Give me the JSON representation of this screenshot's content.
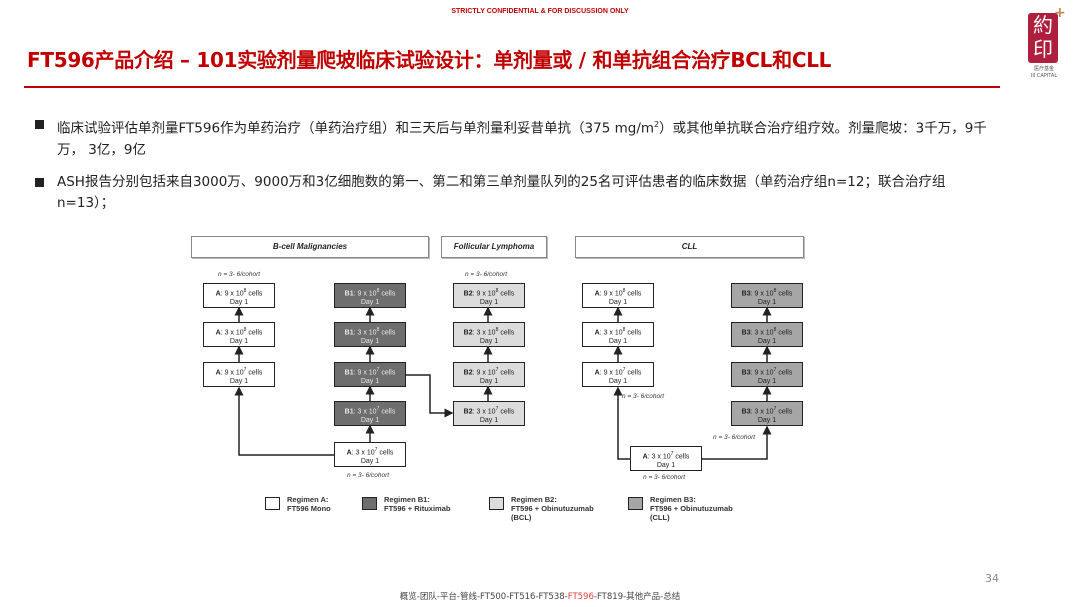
{
  "confidential": "STRICTLY CONFIDENTIAL & FOR DISCUSSION ONLY",
  "title": "FT596产品介绍 – 101实验剂量爬坡临床试验设计：单剂量或 / 和单抗组合治疗BCL和CLL",
  "logo": {
    "text": "約印",
    "sub": "医疗基金 / III CAPITAL",
    "brand_color": "#b01e3e"
  },
  "bullets": [
    {
      "pre": "临床试验评估单剂量FT596作为单药治疗（单药治疗组）和三天后与单剂量利妥昔单抗（375 mg/m",
      "sup": "2",
      "post": "）或其他单抗联合治疗组疗效。剂量爬坡：3千万，9千万， 3亿，9亿"
    },
    {
      "pre": "ASH报告分别包括来自3000万、9000万和3亿细胞数的第一、第二和第三单剂量队列的25名可评估患者的临床数据（单药治疗组n=12；联合治疗组n=13）；",
      "sup": "",
      "post": ""
    }
  ],
  "diagram": {
    "headers": [
      "B-cell Malignancies",
      "Follicular Lymphoma",
      "CLL"
    ],
    "cohort_label": "n = 3- 6/cohort",
    "day": "Day 1",
    "boxes": [
      {
        "id": "a1",
        "regimen": "A",
        "dose": "9 x 10",
        "exp": "8"
      },
      {
        "id": "a2",
        "regimen": "A",
        "dose": "3 x 10",
        "exp": "8"
      },
      {
        "id": "a3",
        "regimen": "A",
        "dose": "9 x 10",
        "exp": "7"
      },
      {
        "id": "b1a",
        "regimen": "B1",
        "dose": "9 x 10",
        "exp": "8"
      },
      {
        "id": "b1b",
        "regimen": "B1",
        "dose": "3 x 10",
        "exp": "8"
      },
      {
        "id": "b1c",
        "regimen": "B1",
        "dose": "9 x 10",
        "exp": "7"
      },
      {
        "id": "b1d",
        "regimen": "B1",
        "dose": "3 x 10",
        "exp": "7"
      },
      {
        "id": "a0",
        "regimen": "A",
        "dose": "3 x 10",
        "exp": "7"
      },
      {
        "id": "b2a",
        "regimen": "B2",
        "dose": "9 x 10",
        "exp": "8"
      },
      {
        "id": "b2b",
        "regimen": "B2",
        "dose": "3 x 10",
        "exp": "8"
      },
      {
        "id": "b2c",
        "regimen": "B2",
        "dose": "9 x 10",
        "exp": "7"
      },
      {
        "id": "b2d",
        "regimen": "B2",
        "dose": "3 x 10",
        "exp": "7"
      },
      {
        "id": "c1",
        "regimen": "A",
        "dose": "9 x 10",
        "exp": "8"
      },
      {
        "id": "c2",
        "regimen": "A",
        "dose": "3 x 10",
        "exp": "8"
      },
      {
        "id": "c3",
        "regimen": "A",
        "dose": "9 x 10",
        "exp": "7"
      },
      {
        "id": "b3a",
        "regimen": "B3",
        "dose": "9 x 10",
        "exp": "8"
      },
      {
        "id": "b3b",
        "regimen": "B3",
        "dose": "3 x 10",
        "exp": "8"
      },
      {
        "id": "b3c",
        "regimen": "B3",
        "dose": "9 x 10",
        "exp": "7"
      },
      {
        "id": "b3d",
        "regimen": "B3",
        "dose": "3 x 10",
        "exp": "7"
      },
      {
        "id": "c0",
        "regimen": "A",
        "dose": "3 x 10",
        "exp": "7"
      }
    ],
    "cells_word": "cells",
    "regimen_colors": {
      "A": "#ffffff",
      "B1": "#6e6e6e",
      "B2": "#dcdcdc",
      "B3": "#a6a6a6"
    },
    "legend": [
      {
        "regimen": "A",
        "line1": "Regimen A:",
        "line2": "FT596 Mono",
        "line3": ""
      },
      {
        "regimen": "B1",
        "line1": "Regimen B1:",
        "line2": "FT596 + Rituximab",
        "line3": ""
      },
      {
        "regimen": "B2",
        "line1": "Regimen B2:",
        "line2": "FT596 + Obinutuzumab",
        "line3": "(BCL)"
      },
      {
        "regimen": "B3",
        "line1": "Regimen B3:",
        "line2": "FT596 + Obinutuzumab",
        "line3": "(CLL)"
      }
    ]
  },
  "page_number": "34",
  "footer": {
    "pre": "概览-团队-平台-管线-FT500-FT516-FT538-",
    "current": "FT596",
    "post": "-FT819-其他产品-总结"
  }
}
